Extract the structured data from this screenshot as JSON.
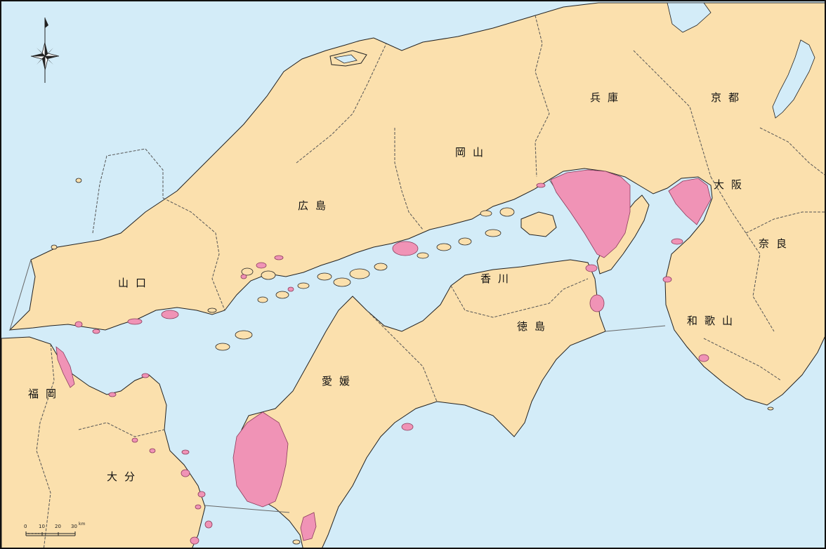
{
  "map": {
    "colors": {
      "sea": "#d3ecf8",
      "land": "#fbe0ad",
      "shaded_area": "#f093b6",
      "boundary": "#555555",
      "coast": "#222222"
    },
    "prefectures": [
      {
        "name": "兵庫"
      },
      {
        "name": "京都"
      },
      {
        "name": "岡山"
      },
      {
        "name": "大阪"
      },
      {
        "name": "広島"
      },
      {
        "name": "奈良"
      },
      {
        "name": "山口"
      },
      {
        "name": "香川"
      },
      {
        "name": "徳島"
      },
      {
        "name": "和歌山"
      },
      {
        "name": "愛媛"
      },
      {
        "name": "福岡"
      },
      {
        "name": "大分"
      }
    ],
    "compass": {
      "icon": "compass-rose-icon"
    },
    "scale": {
      "ticks": [
        "0",
        "10",
        "20",
        "30"
      ],
      "unit": "km"
    }
  }
}
